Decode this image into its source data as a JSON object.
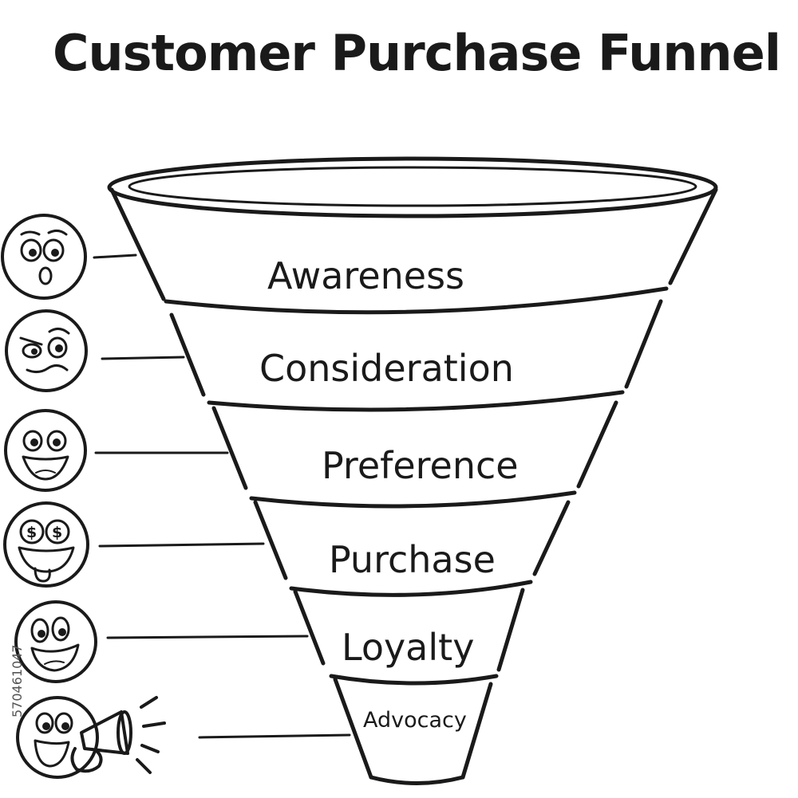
{
  "title": "Customer Purchase Funnel",
  "stages": [
    {
      "label": "Awareness",
      "face_icon": "surprised-face-icon"
    },
    {
      "label": "Consideration",
      "face_icon": "skeptical-face-icon"
    },
    {
      "label": "Preference",
      "face_icon": "happy-face-icon"
    },
    {
      "label": "Purchase",
      "face_icon": "dollar-eyes-face-icon"
    },
    {
      "label": "Loyalty",
      "face_icon": "grinning-face-icon"
    },
    {
      "label": "Advocacy",
      "face_icon": "megaphone-face-icon"
    }
  ],
  "watermark": "570461047",
  "colors": {
    "ink": "#1a1a1a",
    "background": "#ffffff"
  }
}
